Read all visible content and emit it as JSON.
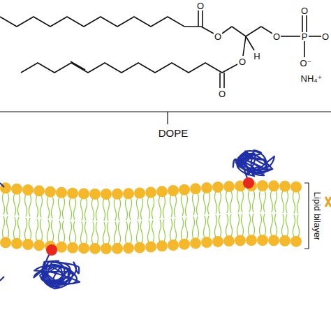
{
  "diagram": {
    "labels": [
      "O",
      "O",
      "O",
      "P",
      "O",
      "O",
      "O",
      "H",
      "O",
      "O⁻",
      "NH₄⁺",
      "DOPE",
      "Lipid bilayer"
    ]
  }
}
